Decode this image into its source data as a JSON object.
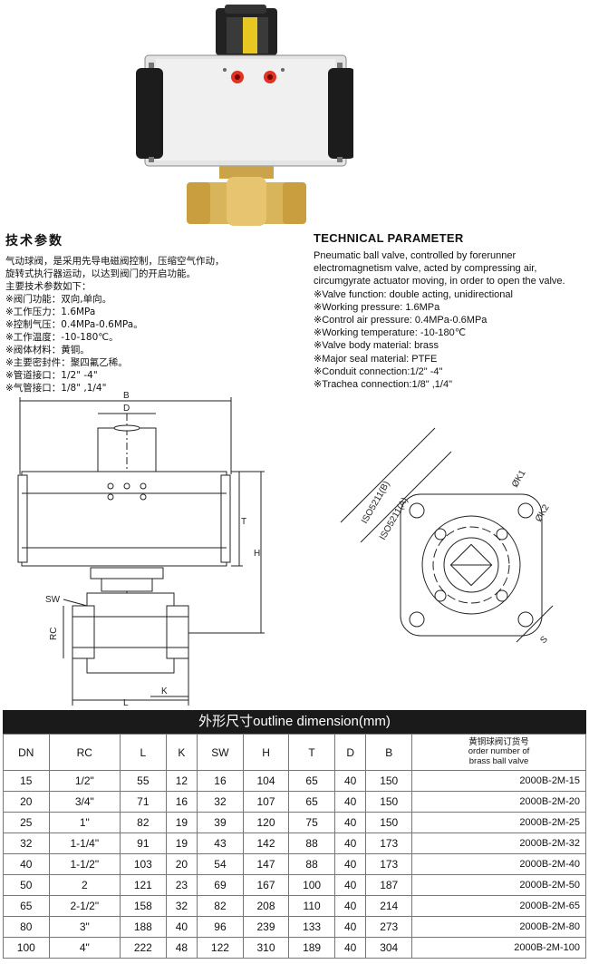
{
  "cn": {
    "title": "技术参数",
    "lines": [
      "气动球阀，是采用先导电磁阀控制，压缩空气作动，",
      "旋转式执行器运动，以达到阀门的开启功能。",
      "主要技术参数如下：",
      "※阀门功能：双向,单向。",
      "※工作压力：1.6MPa",
      "※控制气压：0.4MPa-0.6MPa。",
      "※工作温度：-10-180℃。",
      "※阀体材料：黄铜。",
      "※主要密封件：聚四氟乙稀。",
      "※管道接口：1/2\" -4\"",
      "※气管接口：1/8\" ,1/4\""
    ]
  },
  "en": {
    "title": "TECHNICAL PARAMETER",
    "lines": [
      "Pneumatic ball valve, controlled by forerunner",
      "electromagnetism valve, acted by compressing air,",
      "circumgyrate actuator moving, in order to open the valve.",
      "※Valve function: double acting, unidirectional",
      " ※Working pressure: 1.6MPa",
      "※Control air pressure: 0.4MPa-0.6MPa",
      "※Working temperature: -10-180℃",
      "※Valve body material: brass",
      "※Major seal material: PTFE",
      "※Conduit connection:1/2\" -4\"",
      "※Trachea connection:1/8\" ,1/4\""
    ]
  },
  "drawing_labels": {
    "B": "B",
    "D": "D",
    "T": "T",
    "H": "H",
    "SW": "SW",
    "RC": "RC",
    "K": "K",
    "L": "L",
    "iso_b": "ISO5211(B)",
    "iso_a": "ISO5211(A)",
    "k1": "ØK1",
    "k2": "ØK2",
    "s": "S"
  },
  "table": {
    "title": "外形尺寸outline dimension(mm)",
    "headers": [
      "DN",
      "RC",
      "L",
      "K",
      "SW",
      "H",
      "T",
      "D",
      "B",
      "黄铜球阀订货号\norder number of\nbrass ball valve"
    ],
    "rows": [
      [
        "15",
        "1/2\"",
        "55",
        "12",
        "16",
        "104",
        "65",
        "40",
        "150",
        "2000B-2M-15"
      ],
      [
        "20",
        "3/4\"",
        "71",
        "16",
        "32",
        "107",
        "65",
        "40",
        "150",
        "2000B-2M-20"
      ],
      [
        "25",
        "1\"",
        "82",
        "19",
        "39",
        "120",
        "75",
        "40",
        "150",
        "2000B-2M-25"
      ],
      [
        "32",
        "1-1/4\"",
        "91",
        "19",
        "43",
        "142",
        "88",
        "40",
        "173",
        "2000B-2M-32"
      ],
      [
        "40",
        "1-1/2\"",
        "103",
        "20",
        "54",
        "147",
        "88",
        "40",
        "173",
        "2000B-2M-40"
      ],
      [
        "50",
        "2",
        "121",
        "23",
        "69",
        "167",
        "100",
        "40",
        "187",
        "2000B-2M-50"
      ],
      [
        "65",
        "2-1/2\"",
        "158",
        "32",
        "82",
        "208",
        "110",
        "40",
        "214",
        "2000B-2M-65"
      ],
      [
        "80",
        "3\"",
        "188",
        "40",
        "96",
        "239",
        "133",
        "40",
        "273",
        "2000B-2M-80"
      ],
      [
        "100",
        "4\"",
        "222",
        "48",
        "122",
        "310",
        "189",
        "40",
        "304",
        "2000B-2M-100"
      ]
    ]
  }
}
